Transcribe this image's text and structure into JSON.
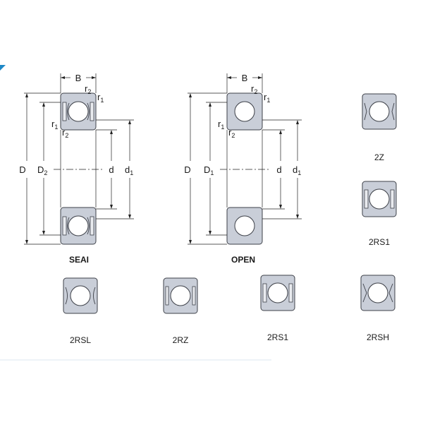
{
  "accent_color": "#1e88c7",
  "main_views": [
    {
      "id": "seal",
      "caption": "SEAI",
      "labels": {
        "width": "B",
        "outer_dia": "D",
        "shoulder_dia": "D",
        "shoulder_sub": "2",
        "bore": "d",
        "inner_shoulder": "d",
        "inner_shoulder_sub": "1",
        "chamfer_r": "r"
      }
    },
    {
      "id": "open",
      "caption": "OPEN",
      "labels": {
        "width": "B",
        "outer_dia": "D",
        "shoulder_dia": "D",
        "shoulder_sub": "1",
        "bore": "d",
        "inner_shoulder": "d",
        "inner_shoulder_sub": "1",
        "chamfer_r": "r"
      }
    }
  ],
  "chamfer_subs": {
    "one": "1",
    "two": "2"
  },
  "variants": [
    {
      "id": "2z",
      "caption": "2Z"
    },
    {
      "id": "2rs1-right",
      "caption": "2RS1"
    },
    {
      "id": "2rsl",
      "caption": "2RSL"
    },
    {
      "id": "2rz",
      "caption": "2RZ"
    },
    {
      "id": "2rs1-bottom",
      "caption": "2RS1"
    },
    {
      "id": "2rsh",
      "caption": "2RSH"
    }
  ]
}
